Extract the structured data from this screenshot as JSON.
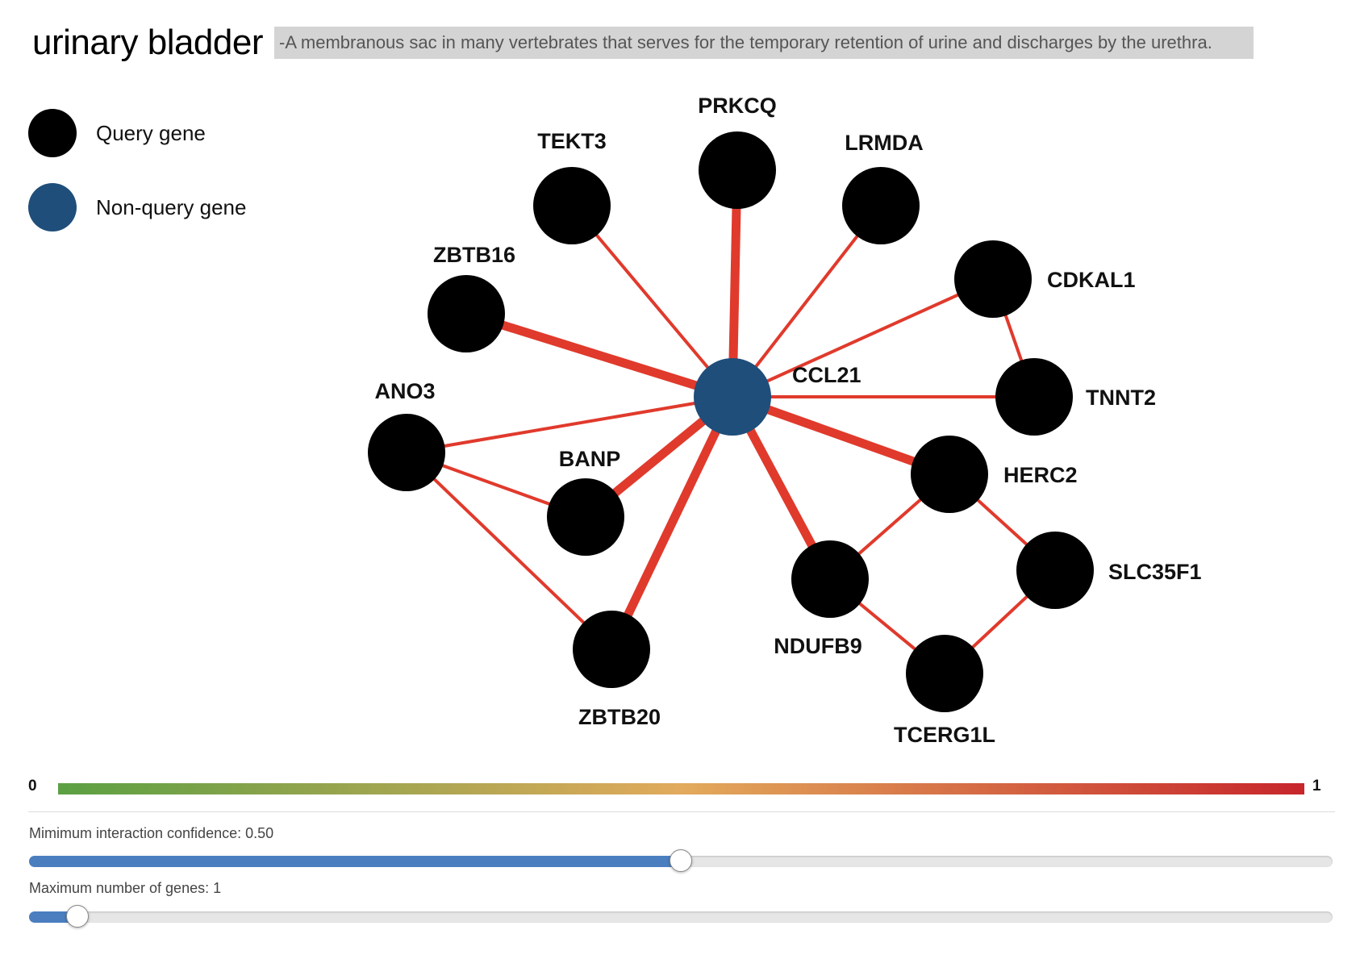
{
  "header": {
    "title": "urinary bladder",
    "description": "-A membranous sac in many vertebrates that serves for the temporary retention of urine and discharges by the urethra."
  },
  "legend": [
    {
      "label": "Query gene",
      "color": "#000000"
    },
    {
      "label": "Non-query gene",
      "color": "#1f4e7a"
    }
  ],
  "colors": {
    "edge": "#e03a2c",
    "query_node": "#000000",
    "non_query_node": "#1f4e7a"
  },
  "network": {
    "nodes": [
      {
        "id": "CCL21",
        "type": "non-query"
      },
      {
        "id": "PRKCQ",
        "type": "query"
      },
      {
        "id": "TEKT3",
        "type": "query"
      },
      {
        "id": "LRMDA",
        "type": "query"
      },
      {
        "id": "CDKAL1",
        "type": "query"
      },
      {
        "id": "ZBTB16",
        "type": "query"
      },
      {
        "id": "TNNT2",
        "type": "query"
      },
      {
        "id": "ANO3",
        "type": "query"
      },
      {
        "id": "HERC2",
        "type": "query"
      },
      {
        "id": "BANP",
        "type": "query"
      },
      {
        "id": "SLC35F1",
        "type": "query"
      },
      {
        "id": "NDUFB9",
        "type": "query"
      },
      {
        "id": "ZBTB20",
        "type": "query"
      },
      {
        "id": "TCERG1L",
        "type": "query"
      }
    ],
    "edges": [
      {
        "source": "CCL21",
        "target": "PRKCQ",
        "confidence": 0.95
      },
      {
        "source": "CCL21",
        "target": "TEKT3",
        "confidence": 0.6
      },
      {
        "source": "CCL21",
        "target": "LRMDA",
        "confidence": 0.6
      },
      {
        "source": "CCL21",
        "target": "CDKAL1",
        "confidence": 0.6
      },
      {
        "source": "CCL21",
        "target": "ZBTB16",
        "confidence": 0.95
      },
      {
        "source": "CCL21",
        "target": "TNNT2",
        "confidence": 0.6
      },
      {
        "source": "CCL21",
        "target": "ANO3",
        "confidence": 0.6
      },
      {
        "source": "CCL21",
        "target": "HERC2",
        "confidence": 0.9
      },
      {
        "source": "CCL21",
        "target": "BANP",
        "confidence": 0.95
      },
      {
        "source": "CCL21",
        "target": "NDUFB9",
        "confidence": 0.9
      },
      {
        "source": "CCL21",
        "target": "ZBTB20",
        "confidence": 0.9
      },
      {
        "source": "CDKAL1",
        "target": "TNNT2",
        "confidence": 0.6
      },
      {
        "source": "ANO3",
        "target": "BANP",
        "confidence": 0.6
      },
      {
        "source": "ANO3",
        "target": "ZBTB20",
        "confidence": 0.6
      },
      {
        "source": "HERC2",
        "target": "NDUFB9",
        "confidence": 0.6
      },
      {
        "source": "HERC2",
        "target": "SLC35F1",
        "confidence": 0.6
      },
      {
        "source": "NDUFB9",
        "target": "TCERG1L",
        "confidence": 0.6
      },
      {
        "source": "SLC35F1",
        "target": "TCERG1L",
        "confidence": 0.6
      }
    ]
  },
  "color_scale": {
    "min_label": "0",
    "max_label": "1",
    "colors": [
      "#5ba043",
      "#e2aa5c",
      "#c7262b"
    ]
  },
  "sliders": [
    {
      "label": "Mimimum interaction confidence: 0.50",
      "value": 0.5
    },
    {
      "label": "Maximum number of genes: 1",
      "value": 0.037
    }
  ]
}
